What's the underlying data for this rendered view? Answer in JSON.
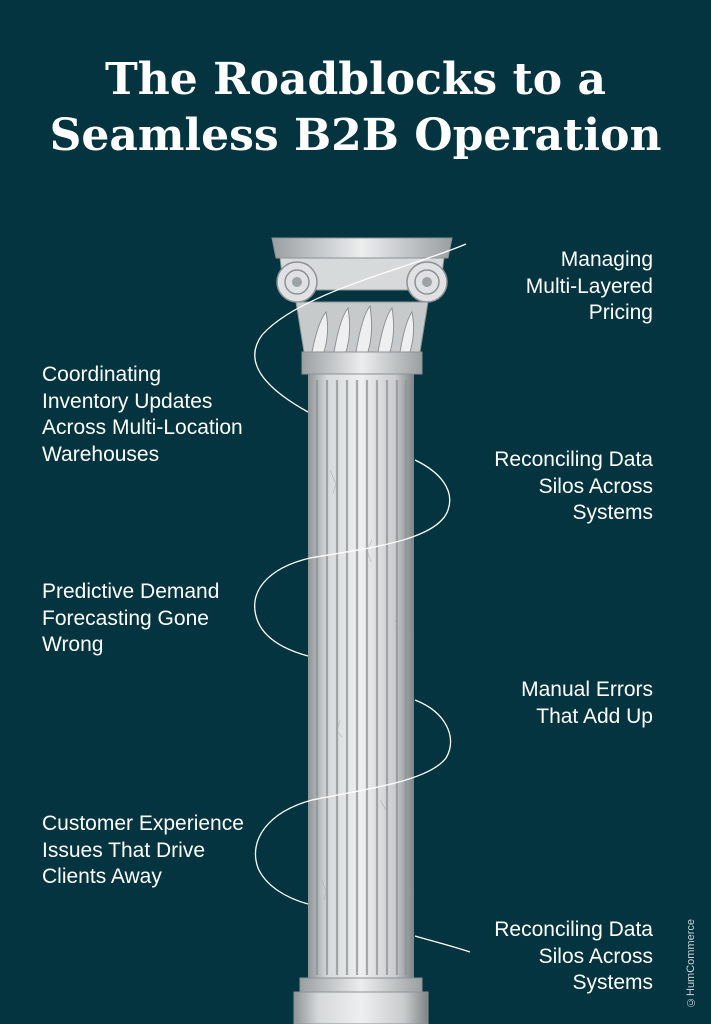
{
  "title": {
    "line1": "The Roadblocks to a",
    "line2": "Seamless B2B Operation"
  },
  "roadblocks": [
    {
      "text": "Managing\nMulti-Layered\nPricing",
      "side": "right"
    },
    {
      "text": "Coordinating\nInventory Updates\nAcross Multi-Location\nWarehouses",
      "side": "left"
    },
    {
      "text": "Reconciling Data\nSilos Across\nSystems",
      "side": "right"
    },
    {
      "text": "Predictive Demand\nForecasting Gone\nWrong",
      "side": "left"
    },
    {
      "text": "Manual Errors\nThat Add Up",
      "side": "right"
    },
    {
      "text": "Customer Experience\nIssues That Drive\nClients Away",
      "side": "left"
    },
    {
      "text": "Reconciling Data\nSilos Across\nSystems",
      "side": "right"
    }
  ],
  "credit": "©HumCommerce",
  "colors": {
    "background": "#033440",
    "text": "#ffffff",
    "column": "#d9dcdd"
  },
  "illustration": "ionic-column"
}
